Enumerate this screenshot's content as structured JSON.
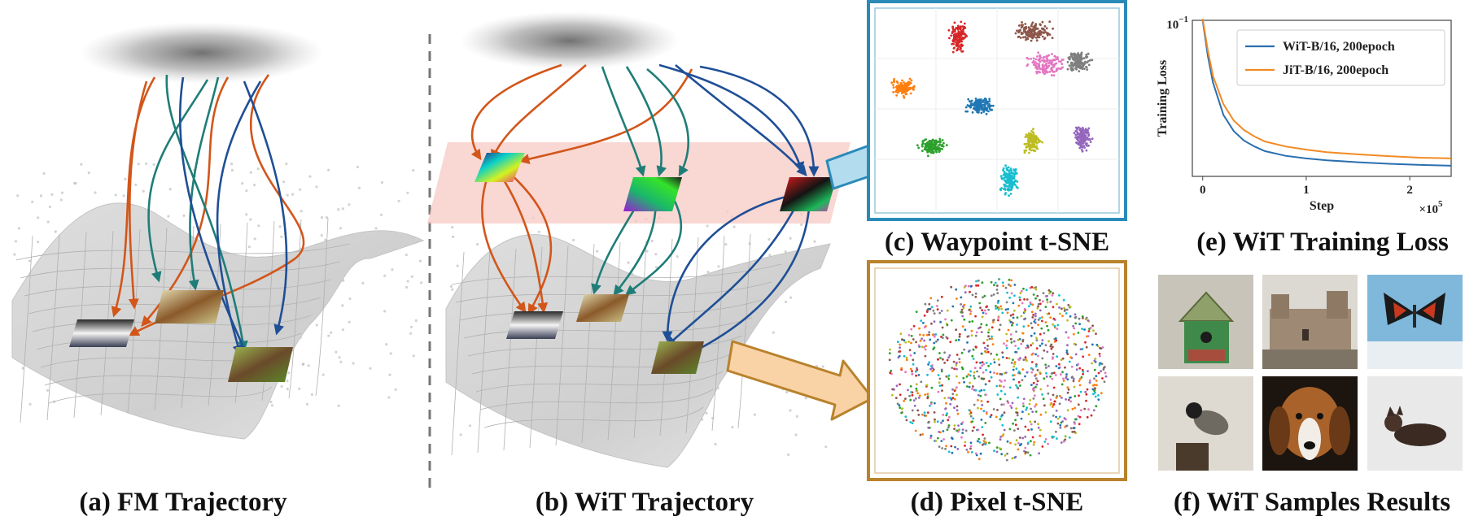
{
  "captions": {
    "a": "(a) FM Trajectory",
    "b": "(b) WiT Trajectory",
    "c": "(c) Waypoint t-SNE",
    "d": "(d) Pixel t-SNE",
    "e": "(e) WiT Training Loss",
    "f": "(f) WiT Samples Results"
  },
  "colors": {
    "orange_path": "#d2561a",
    "teal_path": "#1f7d78",
    "blue_path": "#1f4f96",
    "waypoint_frame": "#2a8ab8",
    "pixel_frame": "#b9822c",
    "plane_fill": "#f7c9c4",
    "arrow_blue_fill": "#b3dcef",
    "arrow_orange_fill": "#f9d3a6"
  },
  "chart_data": {
    "type": "line",
    "xlabel": "Step",
    "ylabel": "Training Loss",
    "y_top_tick": "10",
    "y_top_tick_exp": "−1",
    "x_ticks": [
      "0",
      "1",
      "2"
    ],
    "x_multiplier": "×10",
    "x_multiplier_exp": "5",
    "xlim": [
      -10000,
      240000
    ],
    "grid": false,
    "legend_position": "top-right",
    "series": [
      {
        "name": "WiT-B/16, 200epoch",
        "color": "#2a6fb0",
        "x": [
          0,
          5000,
          10000,
          20000,
          30000,
          40000,
          50000,
          60000,
          80000,
          100000,
          120000,
          150000,
          180000,
          210000,
          240000
        ],
        "y": [
          0.1,
          0.078,
          0.065,
          0.052,
          0.0465,
          0.0435,
          0.0418,
          0.0405,
          0.0392,
          0.0385,
          0.038,
          0.0375,
          0.0371,
          0.0368,
          0.0366
        ]
      },
      {
        "name": "JiT-B/16, 200epoch",
        "color": "#f28a24",
        "x": [
          0,
          5000,
          10000,
          20000,
          30000,
          40000,
          50000,
          60000,
          80000,
          100000,
          120000,
          150000,
          180000,
          210000,
          240000
        ],
        "y": [
          0.101,
          0.081,
          0.068,
          0.056,
          0.05,
          0.0468,
          0.0448,
          0.0433,
          0.0418,
          0.0409,
          0.0402,
          0.0396,
          0.0391,
          0.0387,
          0.0385
        ]
      }
    ]
  },
  "icons": {
    "noise_source_a": "gaussian-noise-cloud-icon",
    "noise_source_b": "gaussian-noise-cloud-icon",
    "manifold_a": "data-manifold-surface-icon",
    "manifold_b": "data-manifold-surface-icon",
    "waypoint_plane": "waypoint-plane-icon",
    "samples": [
      "birdhouse-image",
      "castle-image",
      "butterfly-image",
      "bird-image",
      "beagle-image",
      "fox-image"
    ]
  }
}
